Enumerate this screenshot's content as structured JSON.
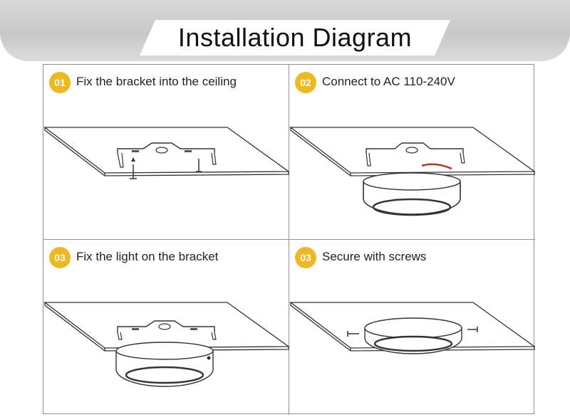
{
  "header": {
    "title": "Installation Diagram"
  },
  "steps": [
    {
      "badge": "01",
      "text": "Fix the bracket into the ceiling"
    },
    {
      "badge": "02",
      "text": "Connect to AC 110-240V"
    },
    {
      "badge": "03",
      "text": "Fix the light on the bracket"
    },
    {
      "badge": "03",
      "text": "Secure with screws"
    }
  ],
  "colors": {
    "badge": "#f0b820",
    "wire": "#b23a2a",
    "grid": "#8a94a0"
  }
}
